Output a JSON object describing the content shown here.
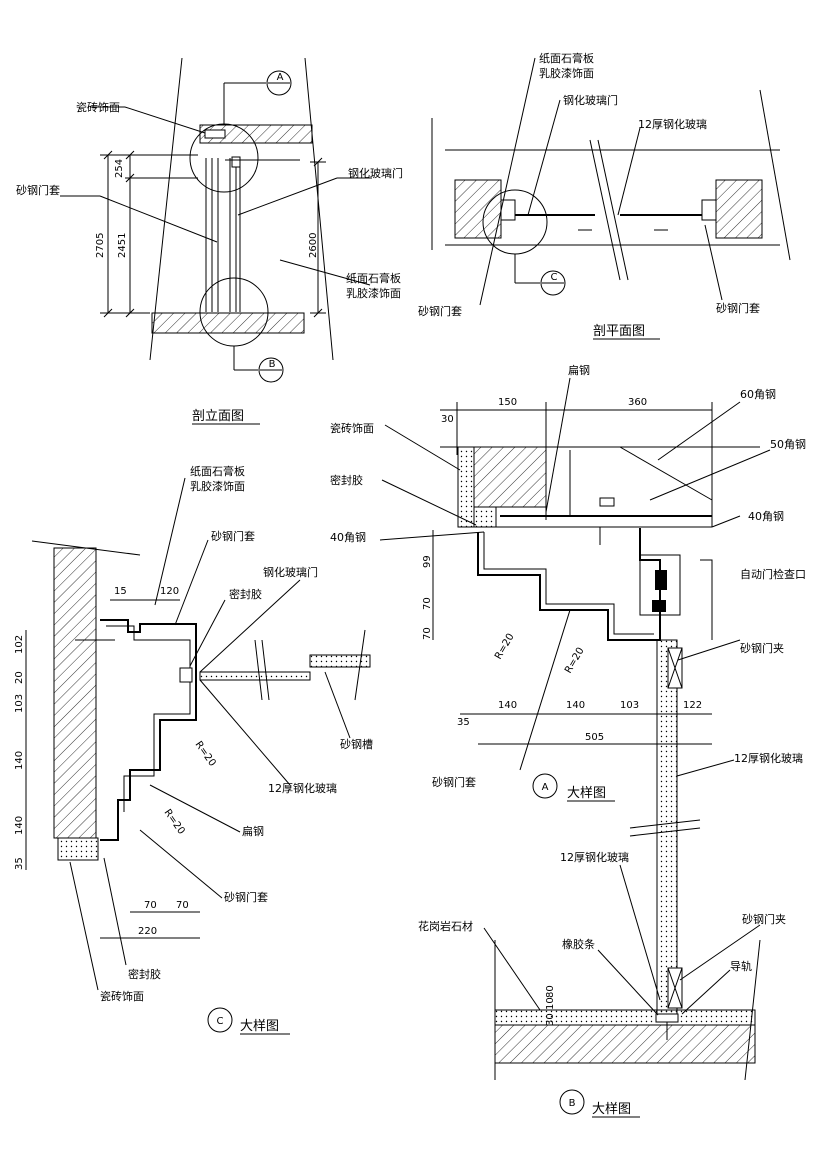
{
  "labels": {
    "tile_face": "瓷砖饰面",
    "steel_frame": "砂钢门套",
    "tempered_door": "钢化玻璃门",
    "gypsum": "纸面石膏板",
    "latex": "乳胶漆饰面",
    "glass12": "12厚钢化玻璃",
    "flat_steel": "扁钢",
    "angle60": "60角钢",
    "angle50": "50角钢",
    "angle40a": "40角钢",
    "angle40b": "40角钢",
    "sealant": "密封胶",
    "auto_door": "自动门检查口",
    "door_clip": "砂钢门夹",
    "steel_groove": "砂钢槽",
    "granite": "花岗岩石材",
    "rubber": "橡胶条",
    "rail": "导轨"
  },
  "titles": {
    "elevation": "剖立面图",
    "plan": "剖平面图",
    "detail_a": "大样图",
    "detail_b": "大样图",
    "detail_c": "大样图"
  },
  "markers": {
    "a": "A",
    "b": "B",
    "c": "C"
  },
  "dims": {
    "e_254": "254",
    "e_2451": "2451",
    "e_2705": "2705",
    "e_2600": "2600",
    "a_30": "30",
    "a_150": "150",
    "a_360": "360",
    "a_99": "99",
    "a_70a": "70",
    "a_70b": "70",
    "a_140a": "140",
    "a_140b": "140",
    "a_103": "103",
    "a_122": "122",
    "a_35": "35",
    "a_505": "505",
    "a_r20a": "R=20",
    "a_r20b": "R=20",
    "c_15": "15",
    "c_120": "120",
    "c_102": "102",
    "c_20": "20",
    "c_103": "103",
    "c_140a": "140",
    "c_140b": "140",
    "c_35": "35",
    "c_70a": "70",
    "c_70b": "70",
    "c_220": "220",
    "c_r20a": "R=20",
    "c_r20b": "R=20",
    "b_80": "80",
    "b_10": "10",
    "b_30": "30"
  }
}
